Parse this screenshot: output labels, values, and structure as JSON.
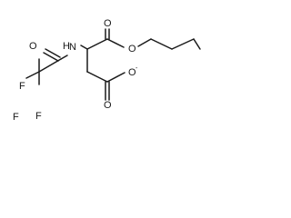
{
  "molecule": {
    "atoms": {
      "f1": "F",
      "f2": "F",
      "f3": "F",
      "amide_oxygen": "O",
      "amine_nitrogen": "N",
      "amine_hydrogen": "H",
      "ester_carbonyl_oxygen": "O",
      "ester_oxygen": "O",
      "carboxylate_carbonyl_oxygen": "O",
      "carboxylate_oxygen": "O"
    },
    "charges": {
      "carboxylate_oxygen": "-"
    }
  }
}
